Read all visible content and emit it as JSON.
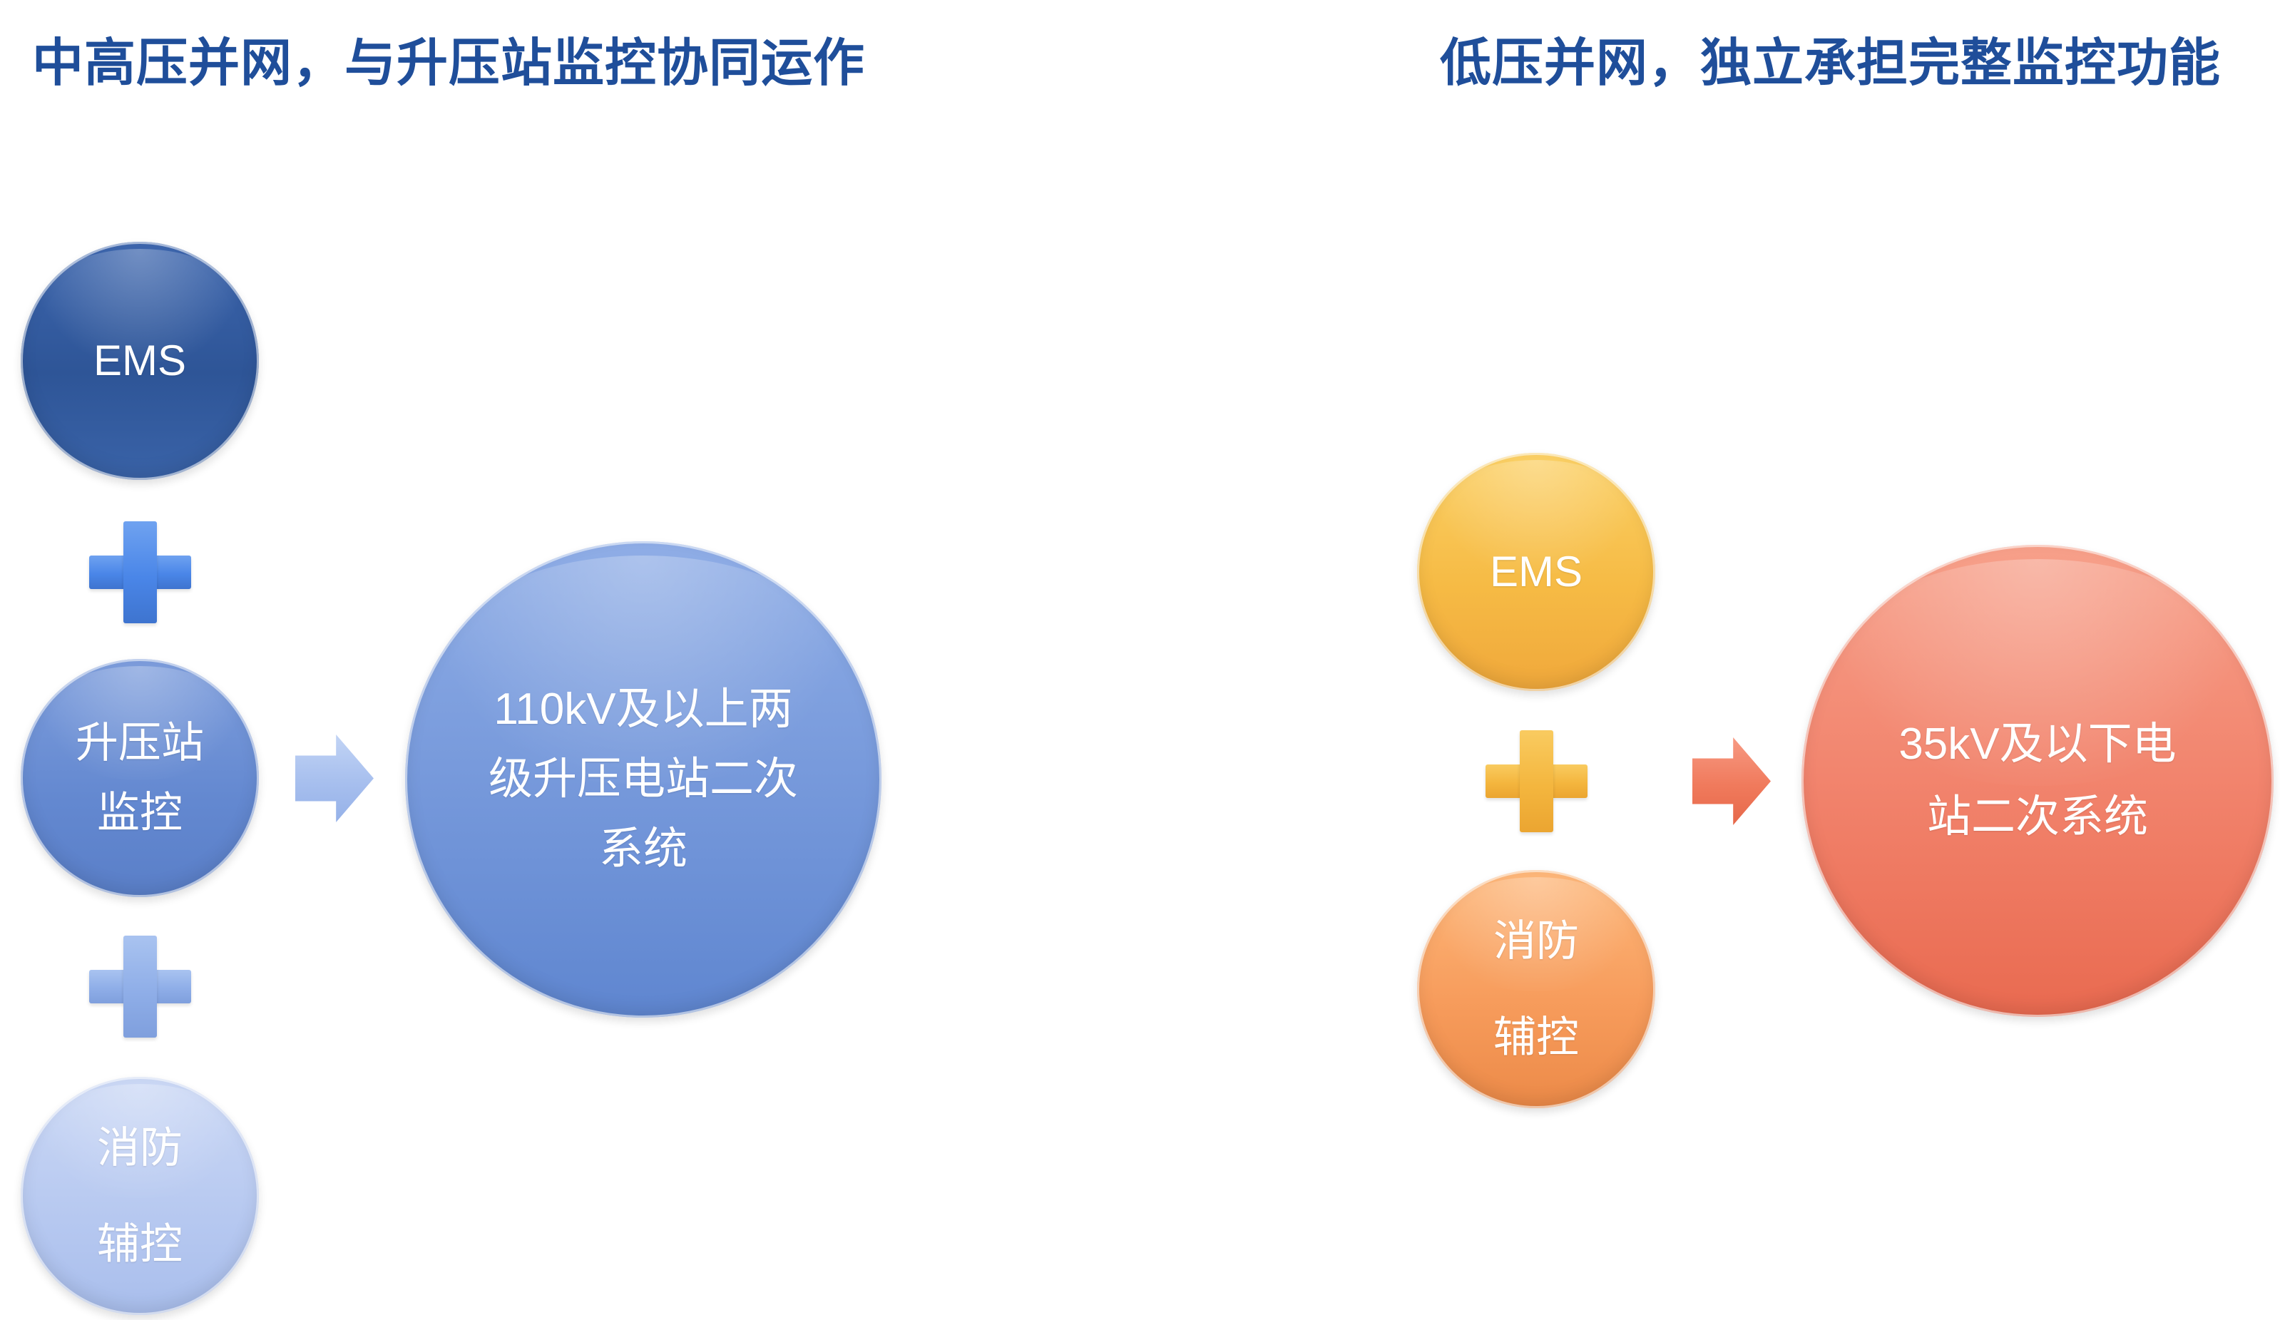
{
  "left": {
    "title": "中高压并网，与升压站监控协同运作",
    "items": [
      {
        "lines": [
          "EMS"
        ]
      },
      {
        "lines": [
          "升压站",
          "监控"
        ]
      },
      {
        "lines": [
          "消防",
          "辅控"
        ]
      }
    ],
    "result": {
      "lines": [
        "110kV及以上两",
        "级升压电站二次",
        "系统"
      ]
    }
  },
  "right": {
    "title": "低压并网，独立承担完整监控功能",
    "items": [
      {
        "lines": [
          "EMS"
        ]
      },
      {
        "lines": [
          "消防",
          "辅控"
        ]
      }
    ],
    "result": {
      "lines": [
        "35kV及以下电",
        "站二次系统"
      ]
    }
  },
  "icons": {
    "combine": "plus-icon",
    "leads_to": "arrow-right-icon"
  },
  "colors": {
    "title": "#1F4E9A",
    "left_accent": "#2E5597",
    "right_accent": "#F1816A"
  }
}
